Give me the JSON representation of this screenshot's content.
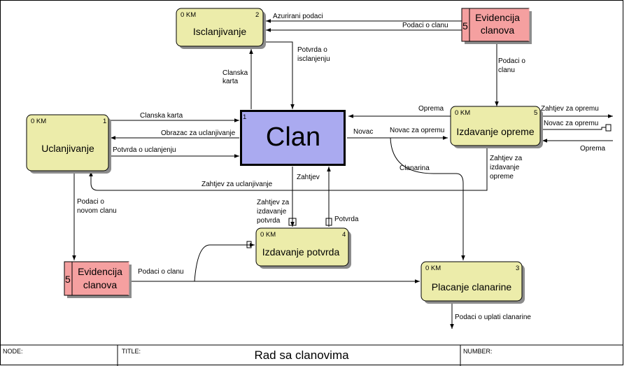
{
  "processes": {
    "p1": {
      "cost": "0 KM",
      "num": "1",
      "title": "Uclanjivanje"
    },
    "p2": {
      "cost": "0 KM",
      "num": "2",
      "title": "Isclanjivanje"
    },
    "p3": {
      "cost": "0 KM",
      "num": "3",
      "title": "Placanje clanarine"
    },
    "p4": {
      "cost": "0 KM",
      "num": "4",
      "title": "Izdavanje potvrda"
    },
    "p5": {
      "cost": "0 KM",
      "num": "5",
      "title": "Izdavanje opreme"
    }
  },
  "entity": {
    "num": "1",
    "title": "Clan"
  },
  "stores": {
    "s_top": {
      "num": "5",
      "line1": "Evidencija",
      "line2": "clanova"
    },
    "s_bottom": {
      "num": "5",
      "line1": "Evidencija",
      "line2": "clanova"
    }
  },
  "flows": {
    "azurirani_podaci": "Azurirani podaci",
    "podaci_o_clanu_top": "Podaci o clanu",
    "potvrda_o_isclanjenju_1": "Potvrda o",
    "potvrda_o_isclanjenju_2": "isclanjenju",
    "clanska_karta_v1": "Clanska",
    "clanska_karta_v2": "karta",
    "podaci_o_clanu_store_1": "Podaci o",
    "podaci_o_clanu_store_2": "clanu",
    "clanska_karta_h": "Clanska karta",
    "obrazac": "Obrazac za uclanjivanje",
    "potvrda_o_uclanjenju": "Potvrda o uclanjenju",
    "zahtjev_za_uclanjivanje": "Zahtjev za uclanjivanje",
    "zahtjev": "Zahtjev",
    "zahtjev_za_izdavanje_potvrda_1": "Zahtjev za",
    "zahtjev_za_izdavanje_potvrda_2": "izdavanje",
    "zahtjev_za_izdavanje_potvrda_3": "potvrda",
    "potvrda": "Potvrda",
    "podaci_o_novom_clanu_1": "Podaci o",
    "podaci_o_novom_clanu_2": "novom clanu",
    "podaci_o_clanu_bottom": "Podaci o clanu",
    "novac": "Novac",
    "clanarina": "Clanarina",
    "oprema_left": "Oprema",
    "novac_za_opremu_left": "Novac za opremu",
    "zahtjev_za_izdavanje_opreme_1": "Zahtjev za",
    "zahtjev_za_izdavanje_opreme_2": "izdavanje",
    "zahtjev_za_izdavanje_opreme_3": "opreme",
    "zahtjev_za_opremu": "Zahtjev za opremu",
    "novac_za_opremu_right": "Novac za opremu",
    "oprema_right": "Oprema",
    "podaci_o_uplati_clanarine": "Podaci o uplati clanarine"
  },
  "footer": {
    "node_label": "NODE:",
    "title_label": "TITLE:",
    "title": "Rad sa clanovima",
    "number_label": "NUMBER:"
  },
  "colors": {
    "process_fill": "#ececaa",
    "entity_fill": "#aaaaf0",
    "store_fill": "#f5a0a0"
  }
}
